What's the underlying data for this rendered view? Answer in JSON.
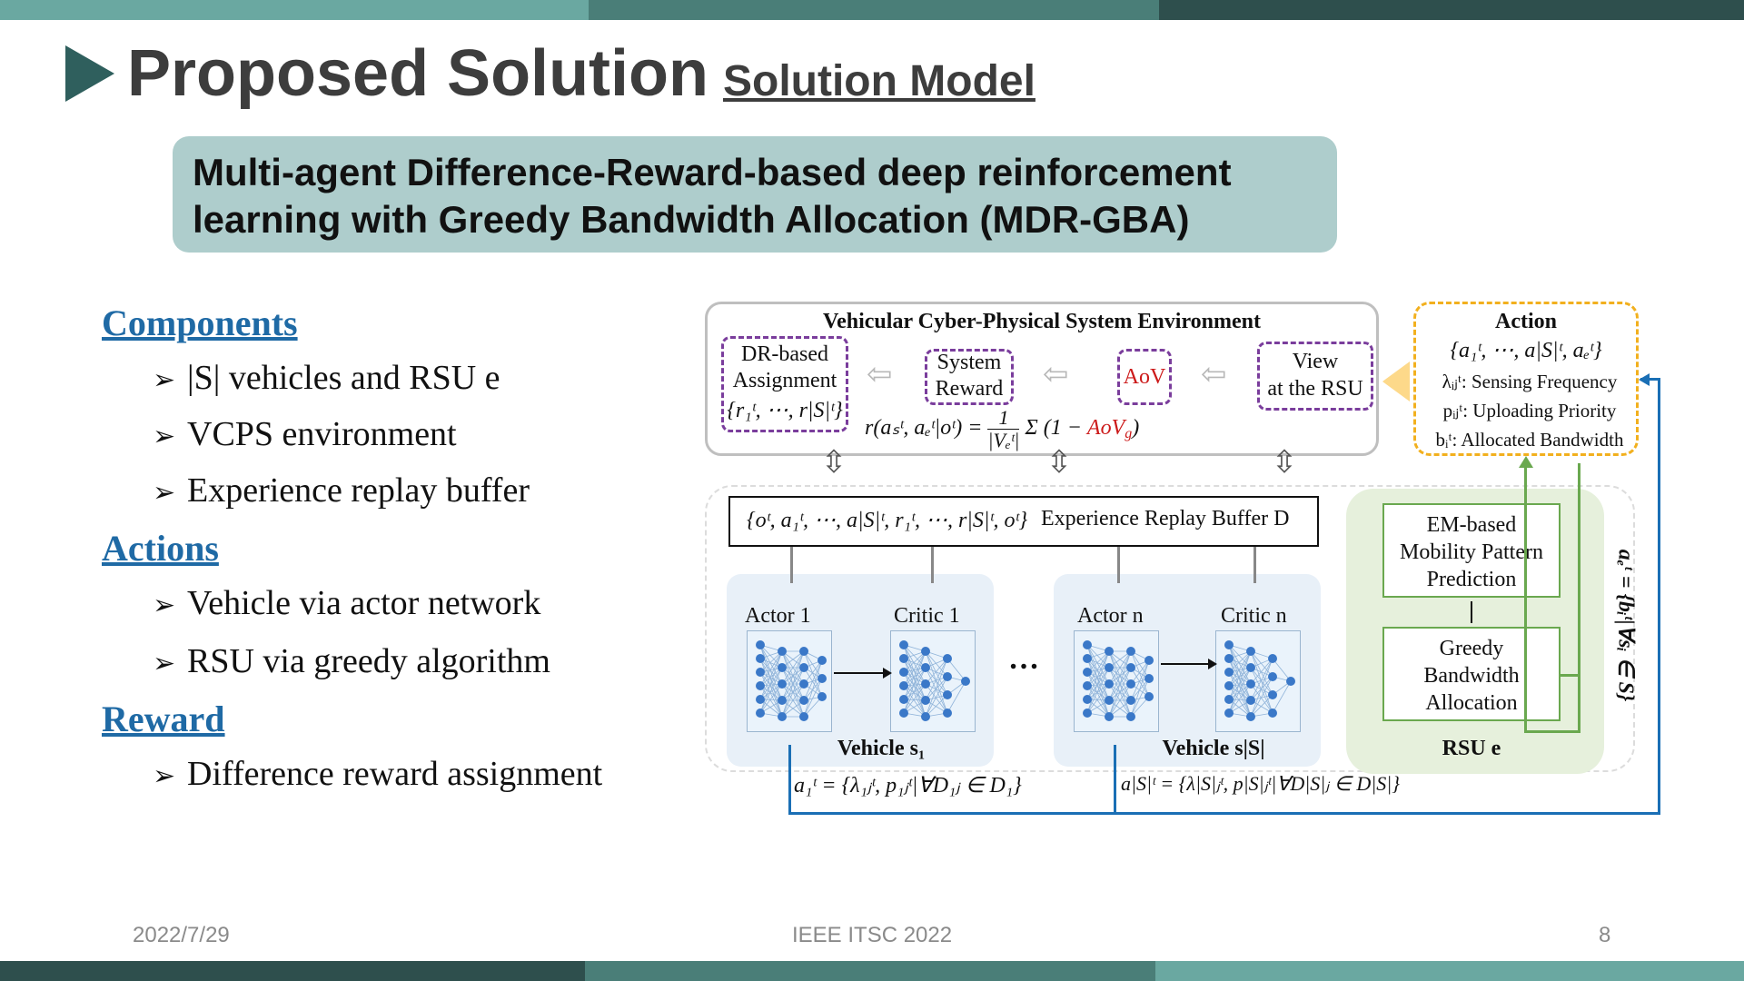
{
  "title": {
    "main": "Proposed Solution",
    "sub": "Solution Model"
  },
  "banner": {
    "line1": "Multi-agent Difference-Reward-based deep reinforcement",
    "line2": "learning with Greedy Bandwidth Allocation (MDR-GBA)"
  },
  "left": {
    "components_head": "Components",
    "components": [
      "|S| vehicles and RSU e",
      "VCPS environment",
      "Experience replay buffer"
    ],
    "actions_head": "Actions",
    "actions": [
      "Vehicle via actor network",
      "RSU via greedy algorithm"
    ],
    "reward_head": "Reward",
    "reward": [
      "Difference reward assignment"
    ]
  },
  "diagram": {
    "env_title": "Vehicular Cyber-Physical System Environment",
    "dr_line1": "DR-based",
    "dr_line2": "Assignment",
    "dr_set": "{r₁ᵗ, ⋯, r|S|ᵗ}",
    "sys_line1": "System",
    "sys_line2": "Reward",
    "aov": "AoV",
    "view_line1": "View",
    "view_line2": "at the RSU",
    "reward_formula_lhs": "r(aₛᵗ, aₑᵗ|oᵗ) = ",
    "reward_formula_frac_num": "1",
    "reward_formula_frac_den": "|Vₑᵗ|",
    "reward_formula_rhs_a": "Σ (1 − ",
    "reward_formula_rhs_aov": "AoV",
    "reward_formula_rhs_g": "g",
    "reward_formula_rhs_b": ")",
    "action_title": "Action",
    "action_set": "{a₁ᵗ, ⋯, a|S|ᵗ, aₑᵗ}",
    "action_l1": "λᵢⱼᵗ: Sensing Frequency",
    "action_l2": "pᵢⱼᵗ: Uploading Priority",
    "action_l3": "bᵢᵗ: Allocated Bandwidth",
    "buffer_set": "{oᵗ, a₁ᵗ, ⋯, a|S|ᵗ, r₁ᵗ, ⋯, r|S|ᵗ, oᵗ}",
    "buffer_label": "Experience Replay Buffer D",
    "actor1": "Actor 1",
    "critic1": "Critic 1",
    "actorn": "Actor n",
    "criticn": "Critic n",
    "ellipsis": "…",
    "vehicle1": "Vehicle s₁",
    "vehiclen": "Vehicle s|S|",
    "em_line1": "EM-based",
    "em_line2": "Mobility Pattern",
    "em_line3": "Prediction",
    "greedy_line1": "Greedy",
    "greedy_line2": "Bandwidth",
    "greedy_line3": "Allocation",
    "rsu": "RSU e",
    "rsu_action": "aₑᵗ = {bᵢᵗ|∀sᵢ ∈ S}",
    "a1_formula": "a₁ᵗ = {λ₁ⱼᵗ, p₁ⱼᵗ|∀D₁ⱼ ∈ D₁}",
    "an_formula": "a|S|ᵗ = {λ|S|ⱼᵗ, p|S|ⱼᵗ|∀D|S|ⱼ ∈ D|S|}"
  },
  "footer": {
    "date": "2022/7/29",
    "conference": "IEEE ITSC 2022",
    "page": "8"
  },
  "colors": {
    "teal_dark": "#2f5f5d",
    "banner": "#aecdcc",
    "link_blue": "#1f6aa5",
    "purple": "#7a3d9c",
    "green": "#6aa84f",
    "blue_line": "#1a6fb5",
    "orange_dash": "#f2b01e"
  }
}
